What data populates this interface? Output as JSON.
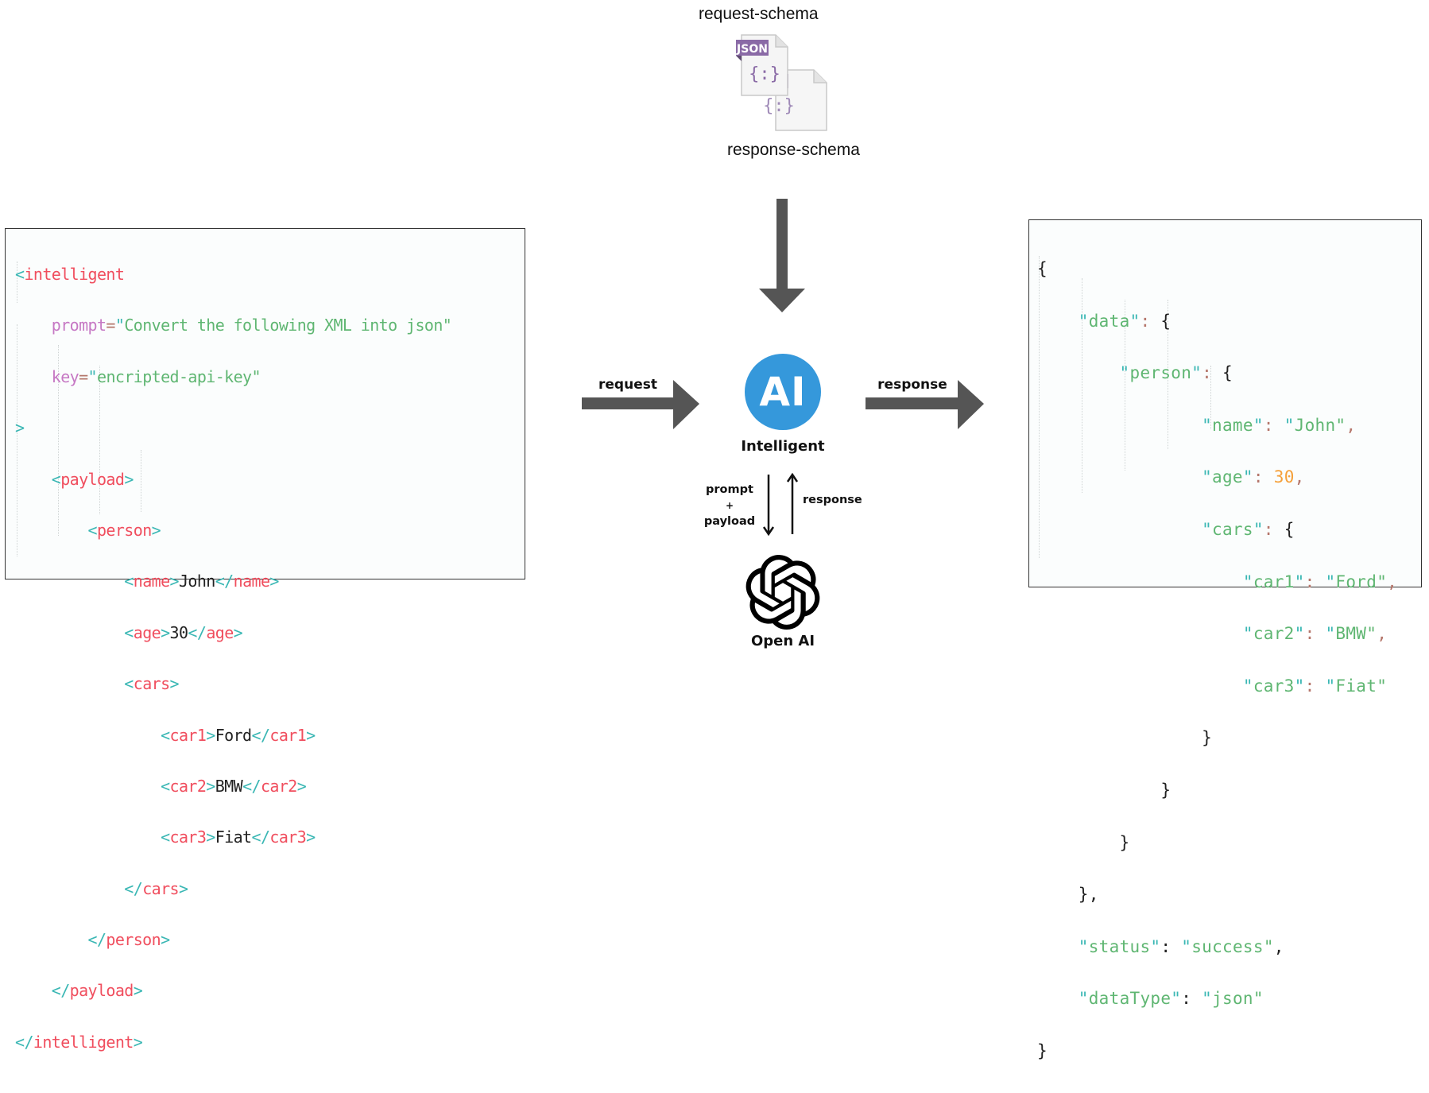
{
  "schemas": {
    "request_label": "request-schema",
    "response_label": "response-schema",
    "file_badge": "JSON",
    "file_glyph": "{:}"
  },
  "flow": {
    "request_label": "request",
    "response_label": "response",
    "ai_badge": "AI",
    "ai_name": "Intelligent",
    "prompt_label_line1": "prompt",
    "prompt_label_line2": "+",
    "prompt_label_line3": "payload",
    "llm_response_label": "response",
    "llm_name": "Open AI"
  },
  "colors": {
    "arrow": "#555555",
    "ai_circle": "#3598db",
    "json_badge": "#8a6aa6",
    "bracket": "#3ab7b4",
    "tag": "#f04e5e",
    "attr": "#c678c4",
    "punct": "#b5766b",
    "string": "#5fb672",
    "number": "#f5a03a"
  },
  "xml_input": {
    "root_tag": "intelligent",
    "attributes": [
      {
        "name": "prompt",
        "value": "Convert the following XML into json"
      },
      {
        "name": "key",
        "value": "encripted-api-key"
      }
    ],
    "payload_tag": "payload",
    "person_tag": "person",
    "fields": [
      {
        "tag": "name",
        "value": "John"
      },
      {
        "tag": "age",
        "value": "30"
      }
    ],
    "cars_tag": "cars",
    "cars": [
      {
        "tag": "car1",
        "value": "Ford"
      },
      {
        "tag": "car2",
        "value": "BMW"
      },
      {
        "tag": "car3",
        "value": "Fiat"
      }
    ]
  },
  "json_output": {
    "data_key": "data",
    "person_key": "person",
    "name_key": "name",
    "name_value": "John",
    "age_key": "age",
    "age_value": "30",
    "cars_key": "cars",
    "cars": [
      {
        "key": "car1",
        "value": "Ford"
      },
      {
        "key": "car2",
        "value": "BMW"
      },
      {
        "key": "car3",
        "value": "Fiat"
      }
    ],
    "status_key": "status",
    "status_value": "success",
    "datatype_key": "dataType",
    "datatype_value": "json"
  }
}
